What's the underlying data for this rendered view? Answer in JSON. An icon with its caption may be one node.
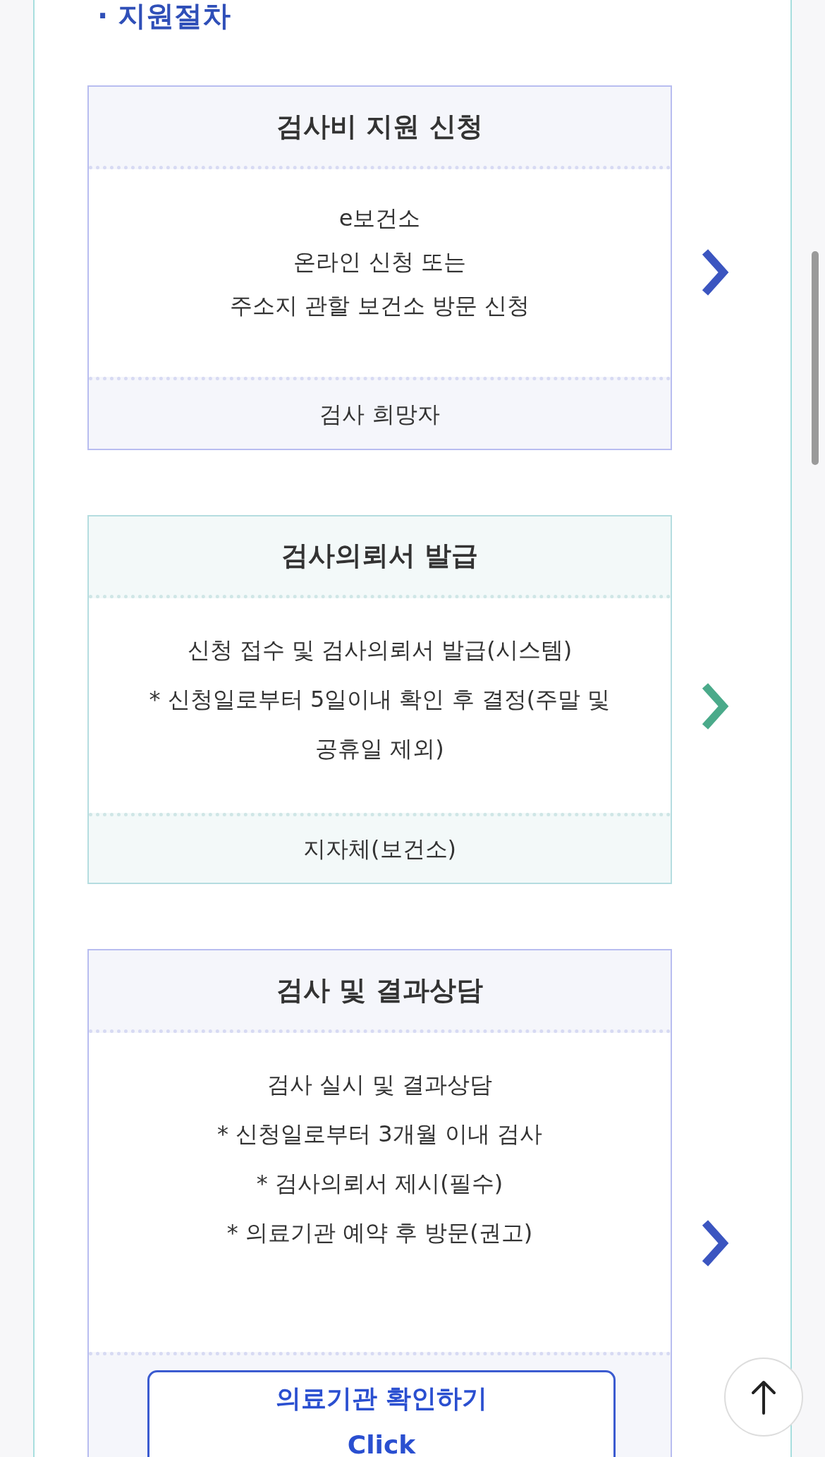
{
  "diagram": {
    "title": "· 지원절차",
    "nodes": [
      {
        "text": [
          "검사비 지원 신청",
          "e보건소",
          "온라인 신청 또는",
          "주소지 관할 보건소 방문 신청",
          "검사 희망자"
        ]
      },
      {
        "text": [
          "검사의뢰서 발급",
          "신청 접수 및 검사의뢰서 발급(시스템)",
          "* 신청일로부터 5일이내 확인 후 결정(주말 및 공휴일 제외)",
          "지자체(보건소)"
        ]
      },
      {
        "text": [
          "검사 및 결과상담",
          "검사 실시 및 결과상담",
          "* 신청일로부터 3개월 이내 검사",
          "* 검사의뢰서 제시(필수)",
          "* 의료기관 예약 후 방문(권고)"
        ]
      },
      {
        "text": [
          "의료기관 확인하기",
          "Click"
        ],
        "in": 2
      }
    ]
  }
}
